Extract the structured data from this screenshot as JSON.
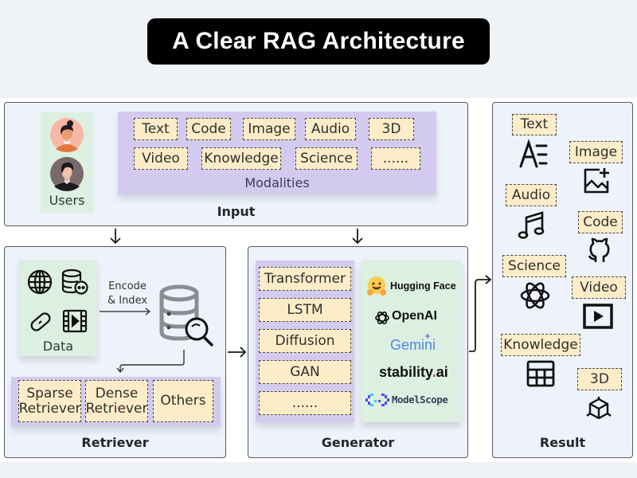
{
  "title": "A Clear RAG Architecture",
  "input": {
    "label": "Input",
    "users_label": "Users",
    "modalities_label": "Modalities",
    "modalities": [
      "Text",
      "Code",
      "Image",
      "Audio",
      "3D",
      "Video",
      "Knowledge",
      "Science",
      "......"
    ]
  },
  "retriever": {
    "label": "Retriever",
    "data_label": "Data",
    "encode_label_line1": "Encode",
    "encode_label_line2": "& Index",
    "retrievers": [
      {
        "line1": "Sparse",
        "line2": "Retriever"
      },
      {
        "line1": "Dense",
        "line2": "Retriever"
      },
      {
        "line1": "Others",
        "line2": ""
      }
    ]
  },
  "generator": {
    "label": "Generator",
    "models": [
      "Transformer",
      "LSTM",
      "Diffusion",
      "GAN",
      "......"
    ],
    "providers": [
      "Hugging Face",
      "OpenAI",
      "Gemini",
      "stability",
      ".ai",
      "ModelScope"
    ]
  },
  "result": {
    "label": "Result",
    "items": [
      "Text",
      "Image",
      "Audio",
      "Code",
      "Science",
      "Video",
      "Knowledge",
      "3D"
    ]
  },
  "colors": {
    "chip_fill": "#fdecc8",
    "modality_bg": "#d3cbef",
    "users_bg": "#dcefe0",
    "panel_bg": "#eef2fb",
    "gemini_blue": "#4f86e8",
    "stability_dot": "#e0473a",
    "modelscope": "#5a49e0"
  }
}
